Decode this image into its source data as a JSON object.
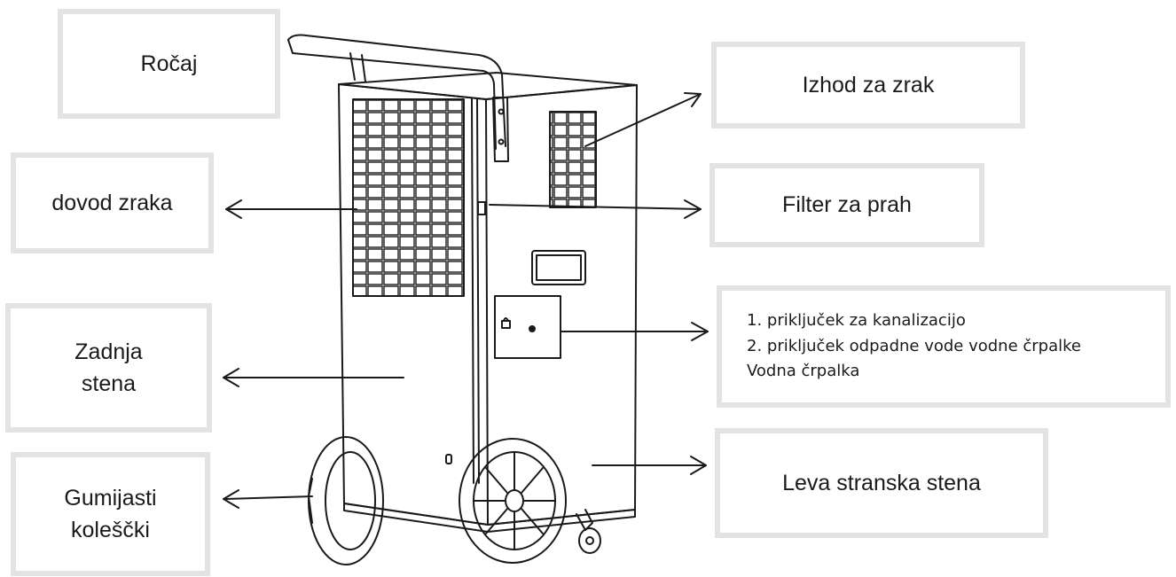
{
  "labels": {
    "handle": "Ročaj",
    "air_outlet": "Izhod za zrak",
    "air_inlet": "dovod zraka",
    "dust_filter": "Filter za prah",
    "rear_wall": [
      "Zadnja",
      "stena"
    ],
    "connections": [
      "1. priključek za kanalizacijo",
      "2. priključek odpadne vode vodne črpalke",
      "Vodna črpalka"
    ],
    "left_side_wall": "Leva stranska stena",
    "rubber_wheels": [
      "Gumijasti",
      "koleščki"
    ]
  },
  "colors": {
    "box_border": "#e3e3e3",
    "line": "#1a1a1a"
  }
}
